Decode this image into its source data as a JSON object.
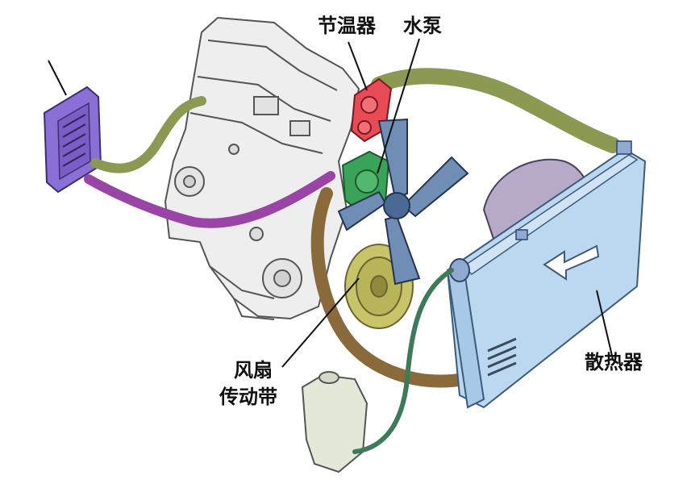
{
  "labels": {
    "thermostat": "节温器",
    "water_pump": "水泵",
    "fan_belt_line1": "风扇",
    "fan_belt_line2": "传动带",
    "radiator": "散热器"
  },
  "colors": {
    "engine": "#eeeeee",
    "heater_core": "#8a6fd6",
    "hose_upper": "#8a9a52",
    "hose_heater_return": "#9a44a8",
    "thermostat": "#e84b55",
    "water_pump": "#3aa35a",
    "fan": "#6f8db5",
    "pulley": "#c8c46a",
    "belt": "#8a6a3a",
    "radiator": "#bcd8f0",
    "reservoir": "#e4e8d8",
    "overflow_hose": "#3d7a5a"
  }
}
